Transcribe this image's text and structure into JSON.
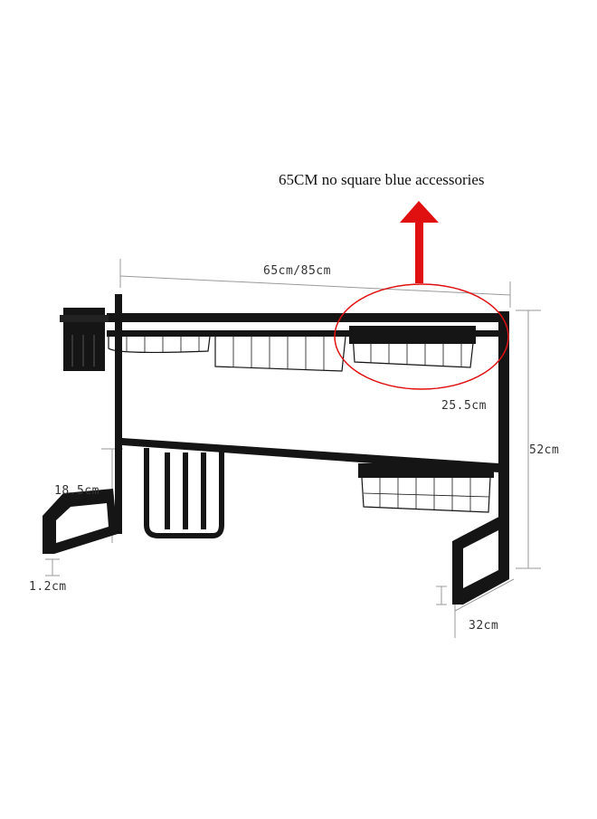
{
  "caption": "65CM no square blue accessories",
  "dimensions": {
    "width": "65cm/85cm",
    "height": "52cm",
    "shelf_gap": "25.5cm",
    "bottom_rack": "18.5cm",
    "foot": "1.2cm",
    "depth": "32cm"
  },
  "colors": {
    "rack": "#151515",
    "dimension_lines": "#9a9a9a",
    "highlight": "#e01010"
  }
}
